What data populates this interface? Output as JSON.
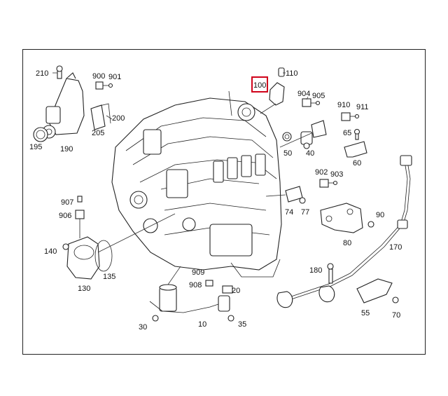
{
  "diagram": {
    "highlight_color": "#d0021b",
    "labels": {
      "p210": "210",
      "p900": "900",
      "p901": "901",
      "p200": "200",
      "p205": "205",
      "p195": "195",
      "p190": "190",
      "p100": "100",
      "p110": "110",
      "p904": "904",
      "p905": "905",
      "p910": "910",
      "p911": "911",
      "p50": "50",
      "p40": "40",
      "p65": "65",
      "p60": "60",
      "p902": "902",
      "p903": "903",
      "p74": "74",
      "p77": "77",
      "p90": "90",
      "p80": "80",
      "p170": "170",
      "p907": "907",
      "p906": "906",
      "p140": "140",
      "p135": "135",
      "p130": "130",
      "p909": "909",
      "p908": "908",
      "p20": "20",
      "p180": "180",
      "p30": "30",
      "p10": "10",
      "p35": "35",
      "p55": "55",
      "p70": "70"
    }
  }
}
